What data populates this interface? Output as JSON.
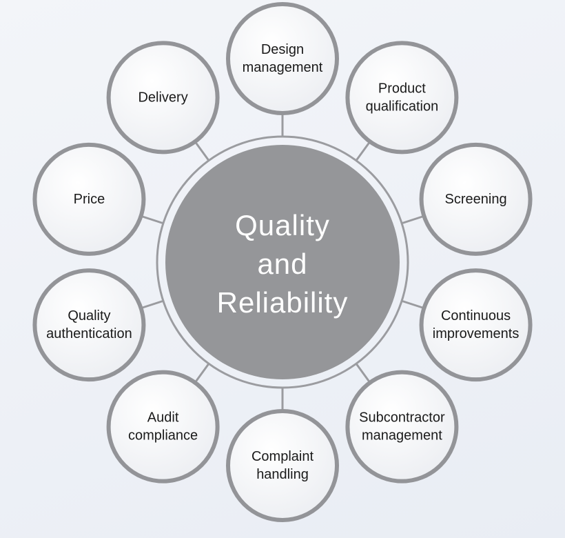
{
  "center": {
    "lines": [
      "Quality",
      "and",
      "Reliability"
    ]
  },
  "satellites": [
    {
      "lines": [
        "Design",
        "management"
      ]
    },
    {
      "lines": [
        "Product",
        "qualification"
      ]
    },
    {
      "lines": [
        "Screening"
      ]
    },
    {
      "lines": [
        "Continuous",
        "improvements"
      ]
    },
    {
      "lines": [
        "Subcontractor",
        "management"
      ]
    },
    {
      "lines": [
        "Complaint",
        "handling"
      ]
    },
    {
      "lines": [
        "Audit",
        "compliance"
      ]
    },
    {
      "lines": [
        "Quality",
        "authentication"
      ]
    },
    {
      "lines": [
        "Price"
      ]
    },
    {
      "lines": [
        "Delivery"
      ]
    }
  ],
  "colors": {
    "hub_fill": "#959699",
    "ring_stroke": "#9b9ca0",
    "satellite_stroke": "#939498",
    "satellite_fill": "#f6f7f9",
    "connector": "#9a9b9f"
  }
}
